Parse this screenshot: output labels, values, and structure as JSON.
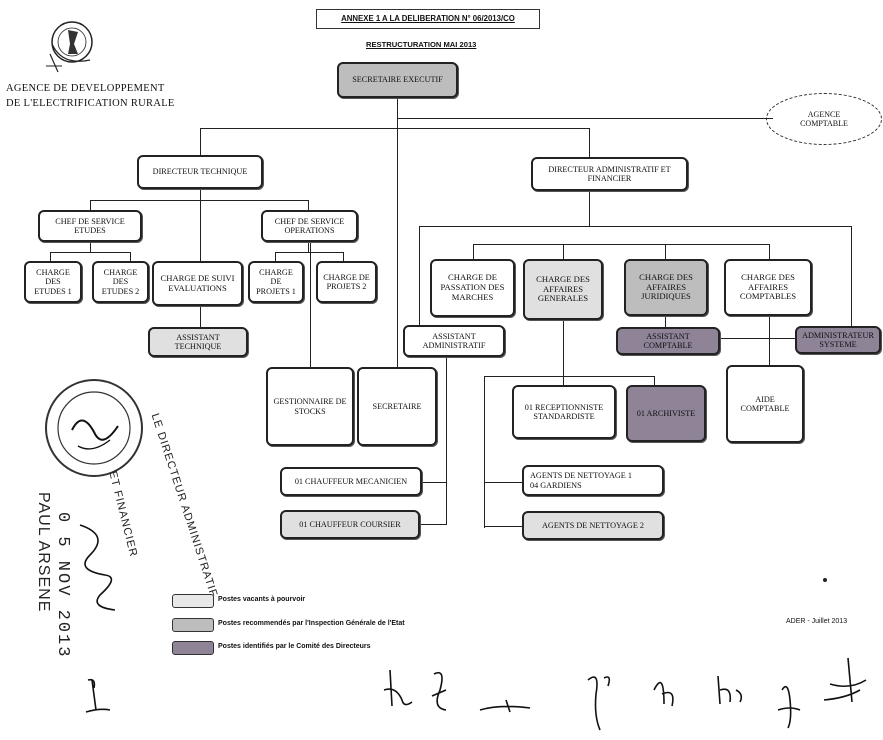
{
  "header": {
    "annex_title": "ANNEXE 1 A LA DELIBERATION N° 06/2013/CO",
    "restructuring": "RESTRUCTURATION MAI 2013"
  },
  "agency": {
    "name_line1": "AGENCE DE DEVELOPPEMENT",
    "name_line2": "DE L'ELECTRIFICATION RURALE"
  },
  "org": {
    "secretaire_executif": "SECRETAIRE EXECUTIF",
    "agence_comptable": "AGENCE COMPTABLE",
    "directeur_technique": "DIRECTEUR TECHNIQUE",
    "directeur_admin": "DIRECTEUR ADMINISTRATIF ET FINANCIER",
    "chef_etudes": "CHEF DE SERVICE ETUDES",
    "chef_operations": "CHEF DE SERVICE OPERATIONS",
    "charge_etudes_1": "CHARGE DES ETUDES 1",
    "charge_etudes_2": "CHARGE DES ETUDES 2",
    "charge_suivi": "CHARGE DE SUIVI EVALUATIONS",
    "charge_projets_1": "CHARGE DE PROJETS 1",
    "charge_projets_2": "CHARGE DE PROJETS 2",
    "assistant_technique": "ASSISTANT TECHNIQUE",
    "charge_passation": "CHARGE DE PASSATION DES MARCHES",
    "charge_affaires_generales": "CHARGE DES AFFAIRES GENERALES",
    "charge_affaires_juridiques": "CHARGE DES AFFAIRES JURIDIQUES",
    "charge_affaires_comptables": "CHARGE DES AFFAIRES COMPTABLES",
    "assistant_administratif": "ASSISTANT ADMINISTRATIF",
    "assistant_comptable": "ASSISTANT COMPTABLE",
    "administrateur_systeme": "ADMINISTRATEUR SYSTEME",
    "gestionnaire_stocks": "GESTIONNAIRE DE STOCKS",
    "secretaire": "SECRETAIRE",
    "receptionniste": "01 RECEPTIONNISTE STANDARDISTE",
    "archiviste": "01 ARCHIVISTE",
    "aide_comptable": "AIDE COMPTABLE",
    "chauffeur_mecanicien": "01 CHAUFFEUR MECANICIEN",
    "chauffeur_coursier": "01 CHAUFFEUR COURSIER",
    "agents_nettoyage_1": "AGENTS DE NETTOYAGE 1",
    "gardiens": "04 GARDIENS",
    "agents_nettoyage_2": "AGENTS DE NETTOYAGE 2"
  },
  "legend": {
    "vacant": "Postes vacants à pourvoir",
    "recommended": "Postes recommendés par l'Inspection Générale de l'Etat",
    "identified": "Postes identifiés par le Comité des Directeurs"
  },
  "footer": {
    "date_note": "ADER - Juillet 2013"
  },
  "stamp": {
    "date": "0 5 NOV 2013",
    "role_line1": "LE DIRECTEUR ADMINISTRATIF",
    "role_line2": "ET FINANCIER",
    "name": "PAUL ARSENE"
  },
  "colors": {
    "vacant": "#e0e0e0",
    "recommended": "#bdbdbd",
    "identified": "#8f8398"
  }
}
